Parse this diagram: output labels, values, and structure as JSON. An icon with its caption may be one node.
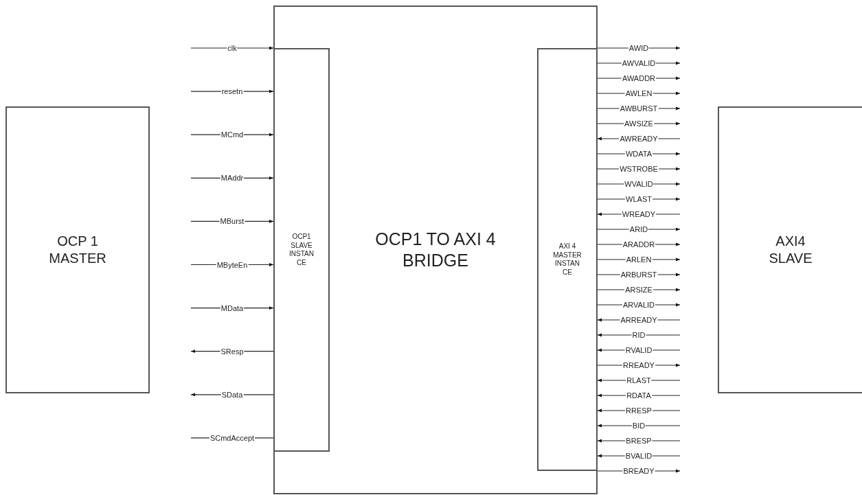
{
  "diagram": {
    "nodes": [
      {
        "text": [
          "OCP 1 MASTER"
        ]
      },
      {
        "text": [
          "OCP1 TO AXI 4 BRIDGE"
        ]
      },
      {
        "text": [
          "OCP1 SLAVE INSTAN CE"
        ],
        "in": 1
      },
      {
        "text": [
          "AXI 4 MASTER INSTAN CE"
        ],
        "in": 1
      },
      {
        "text": [
          "AXI4 SLAVE"
        ]
      }
    ],
    "edges": [
      {
        "from": null,
        "to": 2,
        "arrow": "to",
        "label": "clk"
      },
      {
        "from": null,
        "to": 2,
        "arrow": "to",
        "label": "resetn"
      },
      {
        "from": null,
        "to": 2,
        "arrow": "to",
        "label": "MCmd"
      },
      {
        "from": null,
        "to": 2,
        "arrow": "to",
        "label": "MAddr"
      },
      {
        "from": null,
        "to": 2,
        "arrow": "to",
        "label": "MBurst"
      },
      {
        "from": null,
        "to": 2,
        "arrow": "to",
        "label": "MByteEn"
      },
      {
        "from": null,
        "to": 2,
        "arrow": "to",
        "label": "MData"
      },
      {
        "from": 2,
        "to": null,
        "arrow": "to",
        "label": "SResp"
      },
      {
        "from": 2,
        "to": null,
        "arrow": "to",
        "label": "SData"
      },
      {
        "from": 2,
        "to": null,
        "arrow": "none",
        "label": "SCmdAccept"
      },
      {
        "from": 3,
        "to": null,
        "arrow": "to",
        "label": "AWID"
      },
      {
        "from": 3,
        "to": null,
        "arrow": "to",
        "label": "AWVALID"
      },
      {
        "from": 3,
        "to": null,
        "arrow": "to",
        "label": "AWADDR"
      },
      {
        "from": 3,
        "to": null,
        "arrow": "to",
        "label": "AWLEN"
      },
      {
        "from": 3,
        "to": null,
        "arrow": "to",
        "label": "AWBURST"
      },
      {
        "from": 3,
        "to": null,
        "arrow": "to",
        "label": "AWSIZE"
      },
      {
        "from": null,
        "to": 3,
        "arrow": "to",
        "label": "AWREADY"
      },
      {
        "from": 3,
        "to": null,
        "arrow": "to",
        "label": "WDATA"
      },
      {
        "from": 3,
        "to": null,
        "arrow": "to",
        "label": "WSTROBE"
      },
      {
        "from": 3,
        "to": null,
        "arrow": "to",
        "label": "WVALID"
      },
      {
        "from": 3,
        "to": null,
        "arrow": "to",
        "label": "WLAST"
      },
      {
        "from": null,
        "to": 3,
        "arrow": "to",
        "label": "WREADY"
      },
      {
        "from": 3,
        "to": null,
        "arrow": "to",
        "label": "ARID"
      },
      {
        "from": 3,
        "to": null,
        "arrow": "to",
        "label": "ARADDR"
      },
      {
        "from": 3,
        "to": null,
        "arrow": "to",
        "label": "ARLEN"
      },
      {
        "from": 3,
        "to": null,
        "arrow": "to",
        "label": "ARBURST"
      },
      {
        "from": 3,
        "to": null,
        "arrow": "to",
        "label": "ARSIZE"
      },
      {
        "from": 3,
        "to": null,
        "arrow": "to",
        "label": "ARVALID"
      },
      {
        "from": null,
        "to": 3,
        "arrow": "to",
        "label": "ARREADY"
      },
      {
        "from": null,
        "to": 3,
        "arrow": "to",
        "label": "RID"
      },
      {
        "from": null,
        "to": 3,
        "arrow": "to",
        "label": "RVALID"
      },
      {
        "from": 3,
        "to": null,
        "arrow": "to",
        "label": "RREADY"
      },
      {
        "from": null,
        "to": 3,
        "arrow": "to",
        "label": "RLAST"
      },
      {
        "from": null,
        "to": 3,
        "arrow": "to",
        "label": "RDATA"
      },
      {
        "from": null,
        "to": 3,
        "arrow": "to",
        "label": "RRESP"
      },
      {
        "from": null,
        "to": 3,
        "arrow": "to",
        "label": "BID"
      },
      {
        "from": null,
        "to": 3,
        "arrow": "to",
        "label": "BRESP"
      },
      {
        "from": null,
        "to": 3,
        "arrow": "to",
        "label": "BVALID"
      },
      {
        "from": 3,
        "to": null,
        "arrow": "to",
        "label": "BREADY"
      }
    ]
  }
}
